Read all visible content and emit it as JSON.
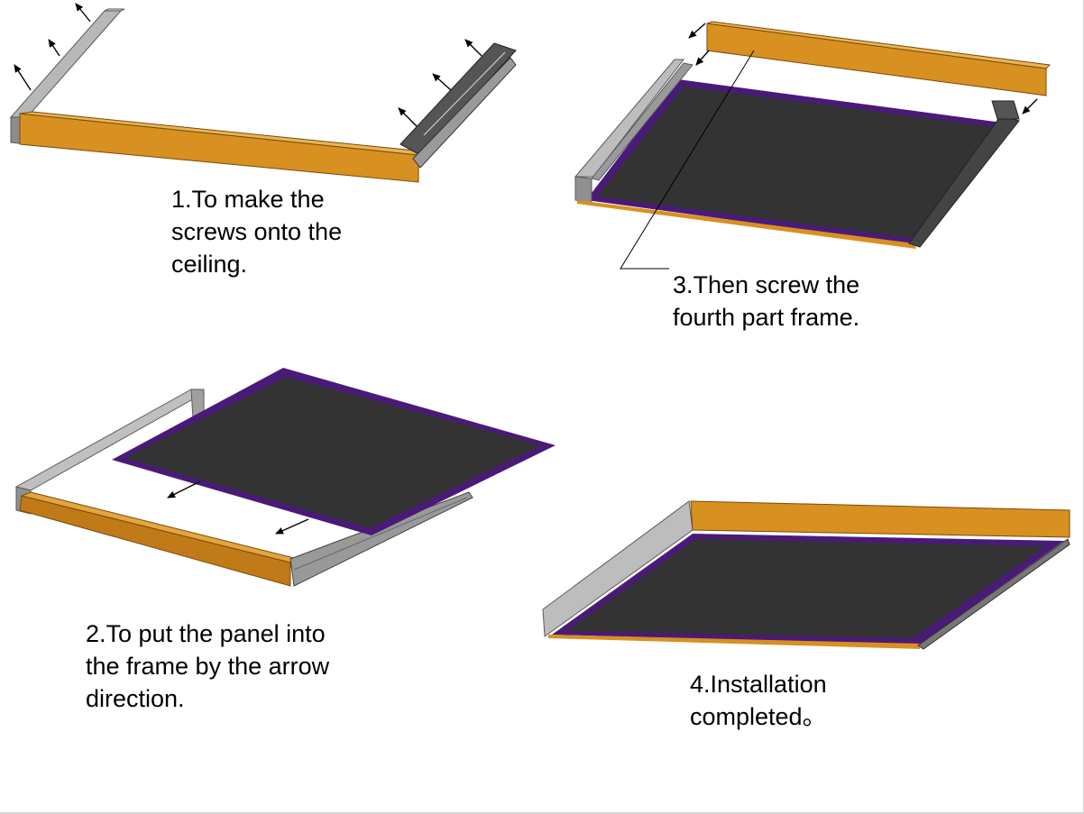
{
  "steps": [
    {
      "lines": [
        "1.To make the",
        "screws onto the",
        "ceiling."
      ]
    },
    {
      "lines": [
        "2.To put the panel into",
        "the frame by the arrow",
        "direction."
      ]
    },
    {
      "lines": [
        "3.Then screw the",
        "fourth part frame."
      ]
    },
    {
      "lines": [
        "4.Installation",
        "completed。"
      ]
    }
  ],
  "colors": {
    "frame_orange": "#d89020",
    "frame_orange_dark": "#9a6010",
    "frame_silver": "#bdbdbd",
    "frame_silver_dark": "#6e6e6e",
    "panel_dark": "#333333",
    "panel_border": "#4a1a78"
  }
}
